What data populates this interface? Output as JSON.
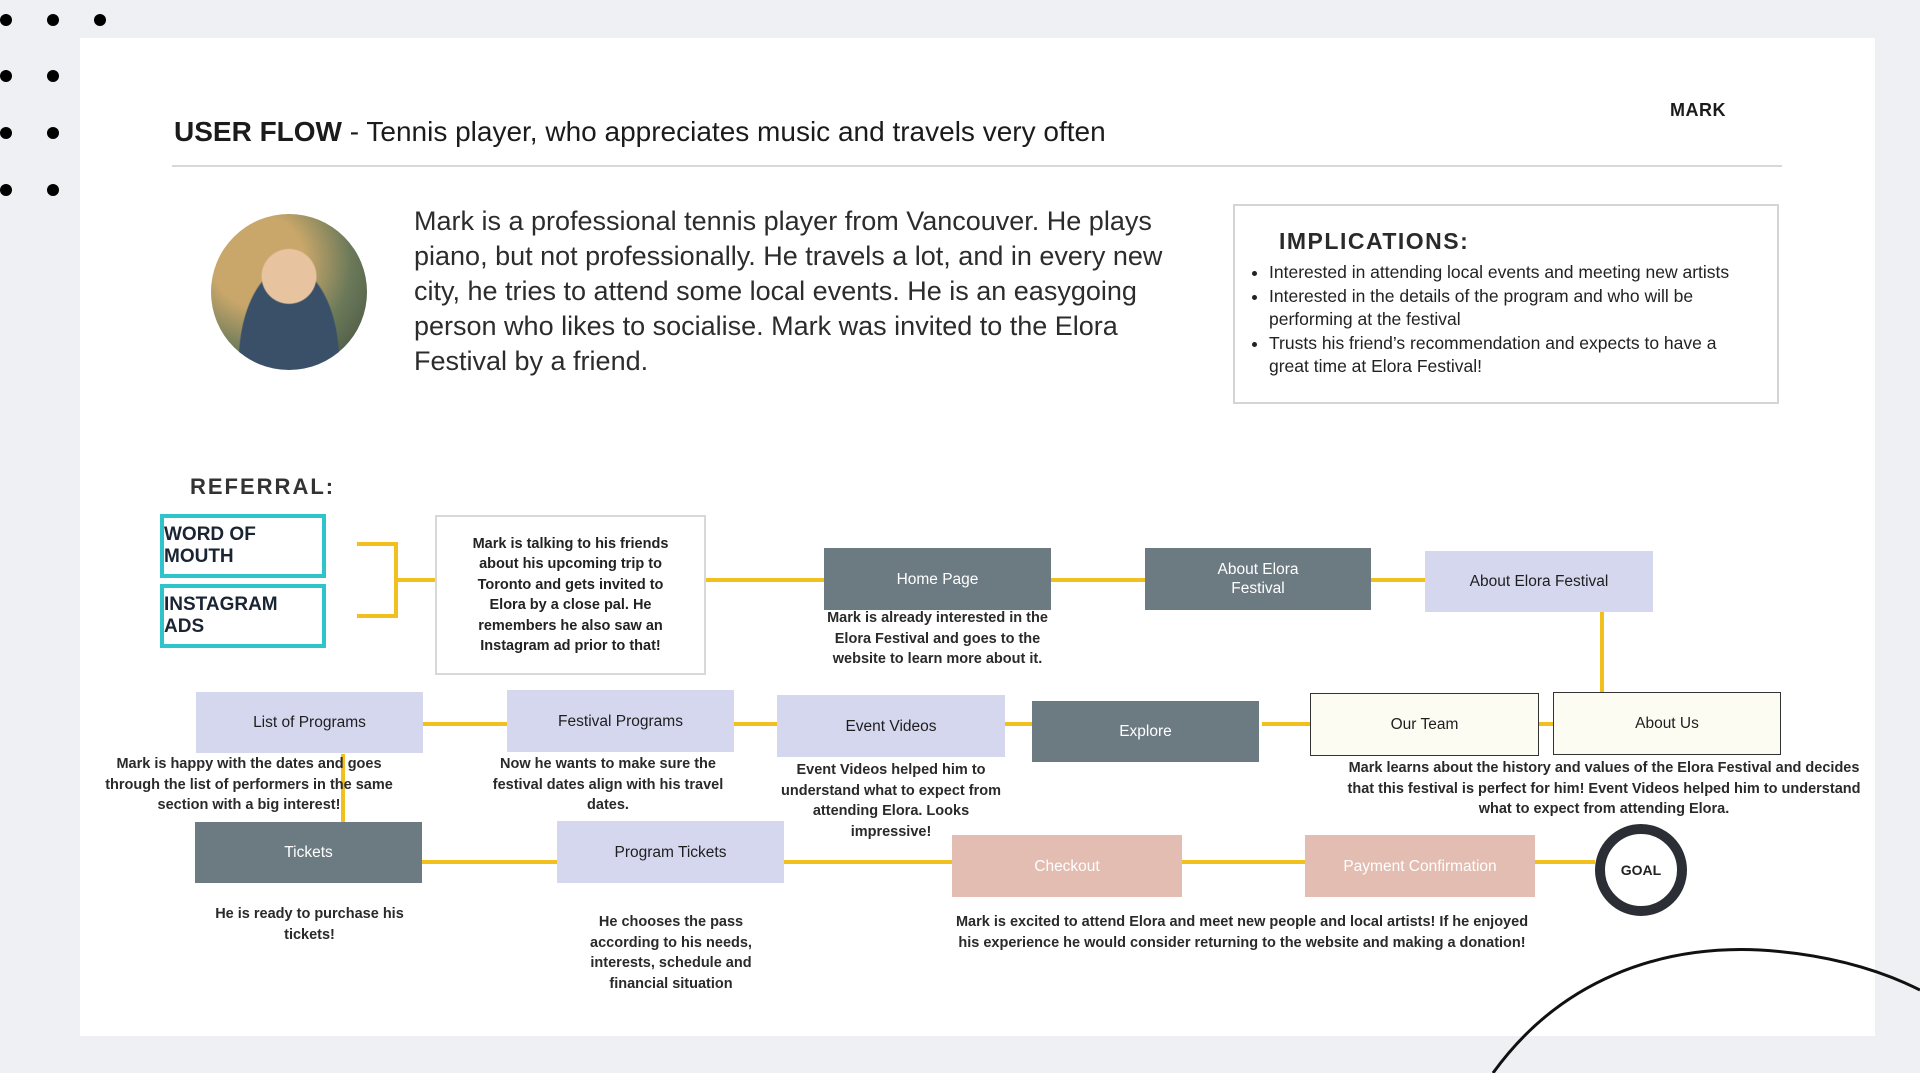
{
  "header": {
    "title_bold": "USER FLOW",
    "title_rest": " - Tennis player, who appreciates music and travels very often",
    "persona_tag": "MARK"
  },
  "persona": {
    "bio": "Mark is a professional tennis player from Vancouver. He plays piano, but not professionally. He travels a lot, and in every new city, he tries to attend some local events. He is an easygoing person who likes to socialise. Mark was invited to the Elora Festival by a friend."
  },
  "implications": {
    "heading": "IMPLICATIONS:",
    "items": [
      "Interested in attending local events and meeting new artists",
      "Interested in the details of the program and who will be performing at the festival",
      "Trusts his friend’s recommendation and expects to have a great time at Elora Festival!"
    ]
  },
  "referral": {
    "label": "REFERRAL:",
    "sources": [
      "WORD OF MOUTH",
      "INSTAGRAM ADS"
    ],
    "story": "Mark is talking to his friends about his upcoming trip to Toronto and gets invited to Elora by a close pal. He remembers he also saw an Instagram ad prior to that!"
  },
  "nodes": {
    "home_page": "Home Page",
    "about_elora_festival_dark": "About Elora Festival",
    "about_elora_festival": "About Elora Festival",
    "list_of_programs": "List of Programs",
    "festival_programs": "Festival Programs",
    "event_videos": "Event Videos",
    "explore": "Explore",
    "our_team": "Our Team",
    "about_us": "About Us",
    "tickets": "Tickets",
    "program_tickets": "Program Tickets",
    "checkout": "Checkout",
    "payment_confirmation": "Payment Confirmation",
    "goal": "GOAL"
  },
  "notes": {
    "home_page": "Mark is already interested in the Elora Festival and goes to the website to learn more about it.",
    "list_of_programs": "Mark is happy with the dates and goes through the list of performers in the same section with a big interest!",
    "festival_programs": "Now he wants to make sure the festival dates align with his travel dates.",
    "event_videos": "Event Videos helped him to understand what to expect from attending Elora. Looks impressive!",
    "about_us": "Mark learns about the history and values of the Elora Festival and decides that this festival is perfect for him! Event Videos helped him to understand what to expect from attending Elora.",
    "tickets": "He is ready to purchase his tickets!",
    "program_tickets": "He chooses the pass according to his needs, interests, schedule and financial situation",
    "checkout": "Mark is excited to attend Elora and meet new people and local artists! If he enjoyed his experience he would consider returning to the website and making a donation!"
  },
  "colors": {
    "connector": "#f2c01e",
    "referral_border": "#2fc3cc",
    "dark_node": "#6c7a82",
    "light_node": "#d5d7ee",
    "pink_node": "#e3bdb2"
  }
}
